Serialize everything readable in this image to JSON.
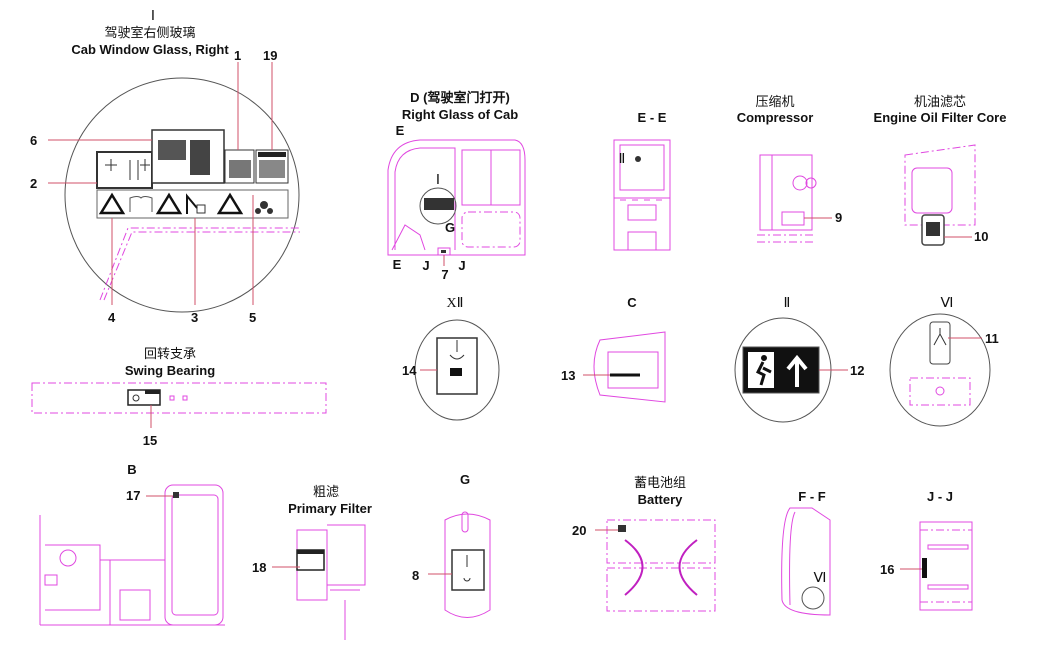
{
  "colors": {
    "outline": "#e048e0",
    "leader": "#d0506a",
    "ink": "#111111"
  },
  "views": {
    "cab_window": {
      "mark": "Ⅰ",
      "title_cn": "驾驶室右侧玻璃",
      "title_en": "Cab Window Glass, Right",
      "callouts": [
        "1",
        "19",
        "6",
        "2",
        "4",
        "3",
        "5"
      ]
    },
    "right_glass": {
      "title_cn": "D (驾驶室门打开)",
      "title_en": "Right Glass of Cab",
      "marks": {
        "e_top": "E",
        "e_bottom": "E",
        "j1": "J",
        "j2": "J",
        "g": "G",
        "i": "Ⅰ"
      },
      "callouts": [
        "7"
      ]
    },
    "ee": {
      "title": "E - E",
      "mark": "Ⅱ"
    },
    "compressor": {
      "title_cn": "压缩机",
      "title_en": "Compressor",
      "callouts": [
        "9"
      ]
    },
    "oil_filter": {
      "title_cn": "机油滤芯",
      "title_en": "Engine Oil Filter Core",
      "callouts": [
        "10"
      ]
    },
    "xii": {
      "title": "XⅡ",
      "callouts": [
        "14"
      ]
    },
    "c": {
      "title": "C",
      "callouts": [
        "13"
      ]
    },
    "ii": {
      "title": "Ⅱ",
      "callouts": [
        "12"
      ]
    },
    "vi": {
      "title": "Ⅵ",
      "callouts": [
        "11"
      ]
    },
    "swing": {
      "title_cn": "回转支承",
      "title_en": "Swing Bearing",
      "callouts": [
        "15"
      ]
    },
    "b": {
      "title": "B",
      "callouts": [
        "17"
      ]
    },
    "primary_filter": {
      "title_cn": "粗滤",
      "title_en": "Primary Filter",
      "callouts": [
        "18"
      ]
    },
    "g": {
      "title": "G",
      "callouts": [
        "8"
      ]
    },
    "battery": {
      "title_cn": "蓄电池组",
      "title_en": "Battery",
      "callouts": [
        "20"
      ]
    },
    "ff": {
      "title": "F - F",
      "mark": "Ⅵ"
    },
    "jj": {
      "title": "J - J",
      "callouts": [
        "16"
      ]
    }
  }
}
